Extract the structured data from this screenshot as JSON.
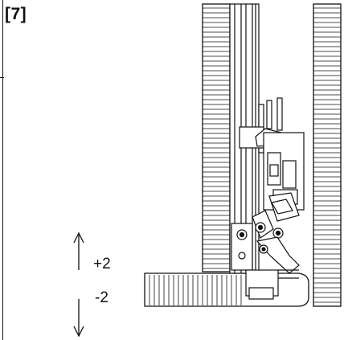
{
  "step": {
    "label": "[7]"
  },
  "adjustment": {
    "plus": "+2",
    "minus": "-2"
  },
  "icons": {
    "up_arrow": "arrow-up-icon",
    "down_arrow": "arrow-down-icon"
  }
}
